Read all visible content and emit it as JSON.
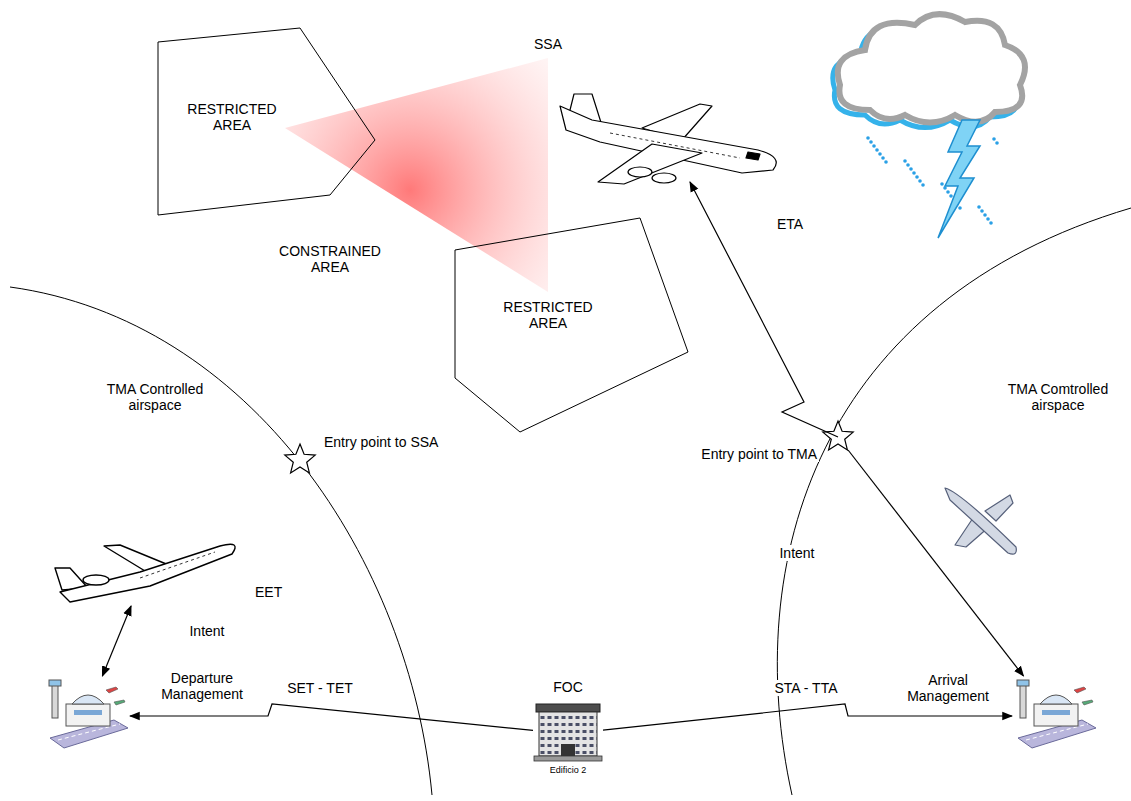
{
  "diagram": {
    "nodes": [
      {
        "text": [
          "RESTRICTED AREA"
        ]
      },
      {
        "text": [
          "RESTRICTED AREA"
        ]
      },
      {
        "text": [
          "Entry point to SSA"
        ]
      },
      {
        "text": [
          "Entry point to TMA"
        ]
      },
      {
        "text": [
          "EET"
        ]
      },
      {
        "text": [
          "Departure Management"
        ]
      },
      {
        "text": [
          "FOC",
          "Edificio 2"
        ]
      },
      {
        "text": [
          "Arrival Management"
        ]
      }
    ],
    "edges": [
      {
        "from": 4,
        "to": 5,
        "label": "Intent",
        "arrow": "both"
      },
      {
        "from": 3,
        "to": 7,
        "label": "Intent",
        "arrow": "to"
      },
      {
        "from": 6,
        "to": 5,
        "label": "SET - TET",
        "arrow": "to"
      },
      {
        "from": 6,
        "to": 7,
        "label": "STA - TTA",
        "arrow": "to"
      }
    ],
    "labels": [
      "SSA",
      "CONSTRAINED AREA",
      "ETA",
      "TMA Controlled airspace",
      "TMA Comtrolled airspace"
    ]
  }
}
